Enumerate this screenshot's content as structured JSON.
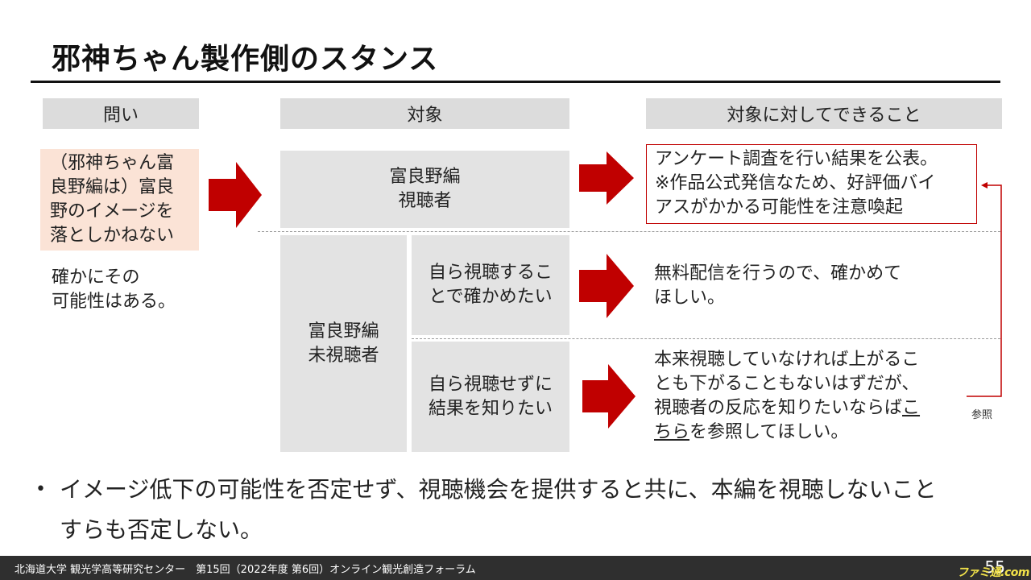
{
  "title": "邪神ちゃん製作側のスタンス",
  "headers": {
    "question": "問い",
    "target": "対象",
    "action": "対象に対してできること"
  },
  "question_box": "（邪神ちゃん富\n良野編は）富良\n野のイメージを\n落としかねない",
  "question_answer": "確かにその\n可能性はある。",
  "targets": {
    "watched": "富良野編\n視聴者",
    "unwatched": "富良野編\n未視聴者",
    "self_check": "自ら視聴するこ\nとで確かめたい",
    "know_result": "自ら視聴せずに\n結果を知りたい"
  },
  "actions": {
    "survey": "アンケート調査を行い結果を公表。\n※作品公式発信なため、好評価バイ\nアスがかかる可能性を注意喚起",
    "free_stream": "無料配信を行うので、確かめて\nほしい。",
    "reference_before": "本来視聴していなければ上がるこ\nとも下がることもないはずだが、\n視聴者の反応を知りたいならば",
    "reference_link_1": "こ",
    "reference_link_2": "ちら",
    "reference_after": "を参照してほしい。"
  },
  "reference_label": "参照",
  "bullet": {
    "line1": "イメージ低下の可能性を否定せず、視聴機会を提供すると共に、本編を視聴しないこと",
    "line2": "すらも否定しない。"
  },
  "footer": {
    "text": "北海道大学 観光学高等研究センター　第15回（2022年度 第6回）オンライン観光創造フォーラム",
    "page": "55",
    "watermark": "ファミ通.com"
  },
  "colors": {
    "arrow": "#c00000",
    "box_border": "#c00000",
    "question_fill": "#fbe3d6",
    "cell_fill": "#e3e3e3"
  }
}
